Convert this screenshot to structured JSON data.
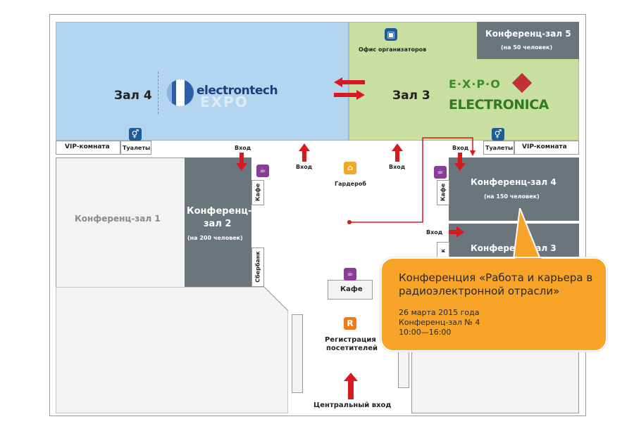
{
  "halls": {
    "hall4": "Зал 4",
    "hall3": "Зал 3",
    "conf1": "Конференц-зал 1",
    "conf2_line1": "Конференц-",
    "conf2_line2": "зал 2",
    "conf2_cap": "(на 200 человек)",
    "conf3": "Конференц-зал 3",
    "conf4": "Конференц-зал 4",
    "conf4_cap": "(на 150 человек)",
    "conf5": "Конференц-зал 5",
    "conf5_cap": "(на 50 человек)"
  },
  "logos": {
    "electrontech_word": "electrontech",
    "electrontech_expo": "EXPO",
    "expo_electronica_top": "E·X·P·O",
    "expo_electronica_bottom": "ELECTRONICA"
  },
  "places": {
    "office": "Офис организаторов",
    "vip_left": "VIP-комната",
    "vip_right": "VIP-комната",
    "toilets_left": "Туалеты",
    "toilets_right": "Туалеты",
    "cloakroom": "Гардероб",
    "cafe_small_left": "Кафе",
    "cafe_small_right": "Кафе",
    "sberbank": "Сбербанк",
    "cafe_main": "Кафе",
    "registration_line1": "Регистрация",
    "registration_line2": "посетителей",
    "registration_letter": "R",
    "central_entrance": "Центральный вход",
    "partial_vertical": "к"
  },
  "entrances": {
    "e1": "Вход",
    "e2": "Вход",
    "e3": "Вход",
    "e4": "Вход",
    "e5": "Вход"
  },
  "callout": {
    "title": "Конференция «Работа и карьера в радиоэлектронной отрасли»",
    "date": "26 марта 2015 года",
    "room": "Конференц-зал № 4",
    "time": "10:00—16:00"
  },
  "colors": {
    "hall4": "#b4d5f0",
    "hall3": "#c8dfa0",
    "dark_room": "#6b757c",
    "light_room": "#f3f3f3",
    "arrow_red": "#d71920",
    "callout": "#f7a428",
    "route": "#d71920"
  }
}
